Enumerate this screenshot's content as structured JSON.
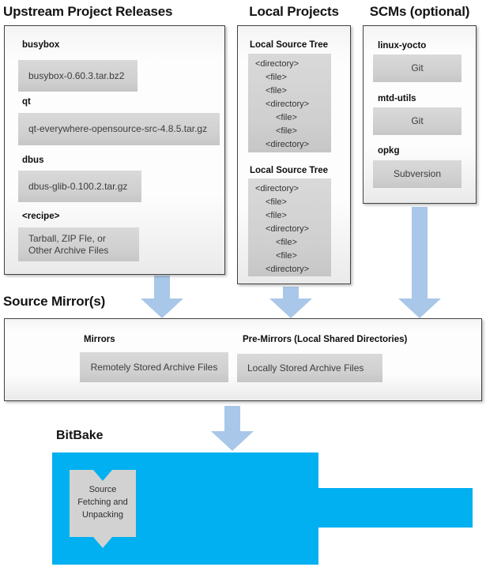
{
  "upstream": {
    "title": "Upstream Project Releases",
    "items": [
      {
        "label": "busybox",
        "box": "busybox-0.60.3.tar.bz2"
      },
      {
        "label": "qt",
        "box": "qt-everywhere-opensource-src-4.8.5.tar.gz"
      },
      {
        "label": "dbus",
        "box": "dbus-glib-0.100.2.tar.gz"
      },
      {
        "label": "<recipe>",
        "box_lines": [
          "Tarball, ZIP Fle, or",
          "Other Archive Files"
        ]
      }
    ]
  },
  "local": {
    "title": "Local Projects",
    "trees": [
      {
        "label": "Local Source Tree",
        "lines": [
          "<directory>",
          "<file>",
          "<file>",
          "<directory>",
          "<file>",
          "<file>",
          "<directory>"
        ]
      },
      {
        "label": "Local Source Tree",
        "lines": [
          "<directory>",
          "<file>",
          "<file>",
          "<directory>",
          "<file>",
          "<file>",
          "<directory>"
        ]
      }
    ]
  },
  "scms": {
    "title": "SCMs (optional)",
    "items": [
      {
        "label": "linux-yocto",
        "box": "Git"
      },
      {
        "label": "mtd-utils",
        "box": "Git"
      },
      {
        "label": "opkg",
        "box": "Subversion"
      }
    ]
  },
  "mirrors": {
    "title": "Source Mirror(s)",
    "groups": [
      {
        "label": "Mirrors",
        "box": "Remotely Stored Archive Files"
      },
      {
        "label": "Pre-Mirrors (Local Shared Directories)",
        "box": "Locally Stored Archive Files"
      }
    ]
  },
  "bitbake": {
    "title": "BitBake",
    "chevron_lines": [
      "Source",
      "Fetching and",
      "Unpacking"
    ]
  },
  "colors": {
    "arrow": "#a9c7e8",
    "bitbake_blue": "#00b0f0",
    "chevron_gray": "#d2d2d2"
  }
}
